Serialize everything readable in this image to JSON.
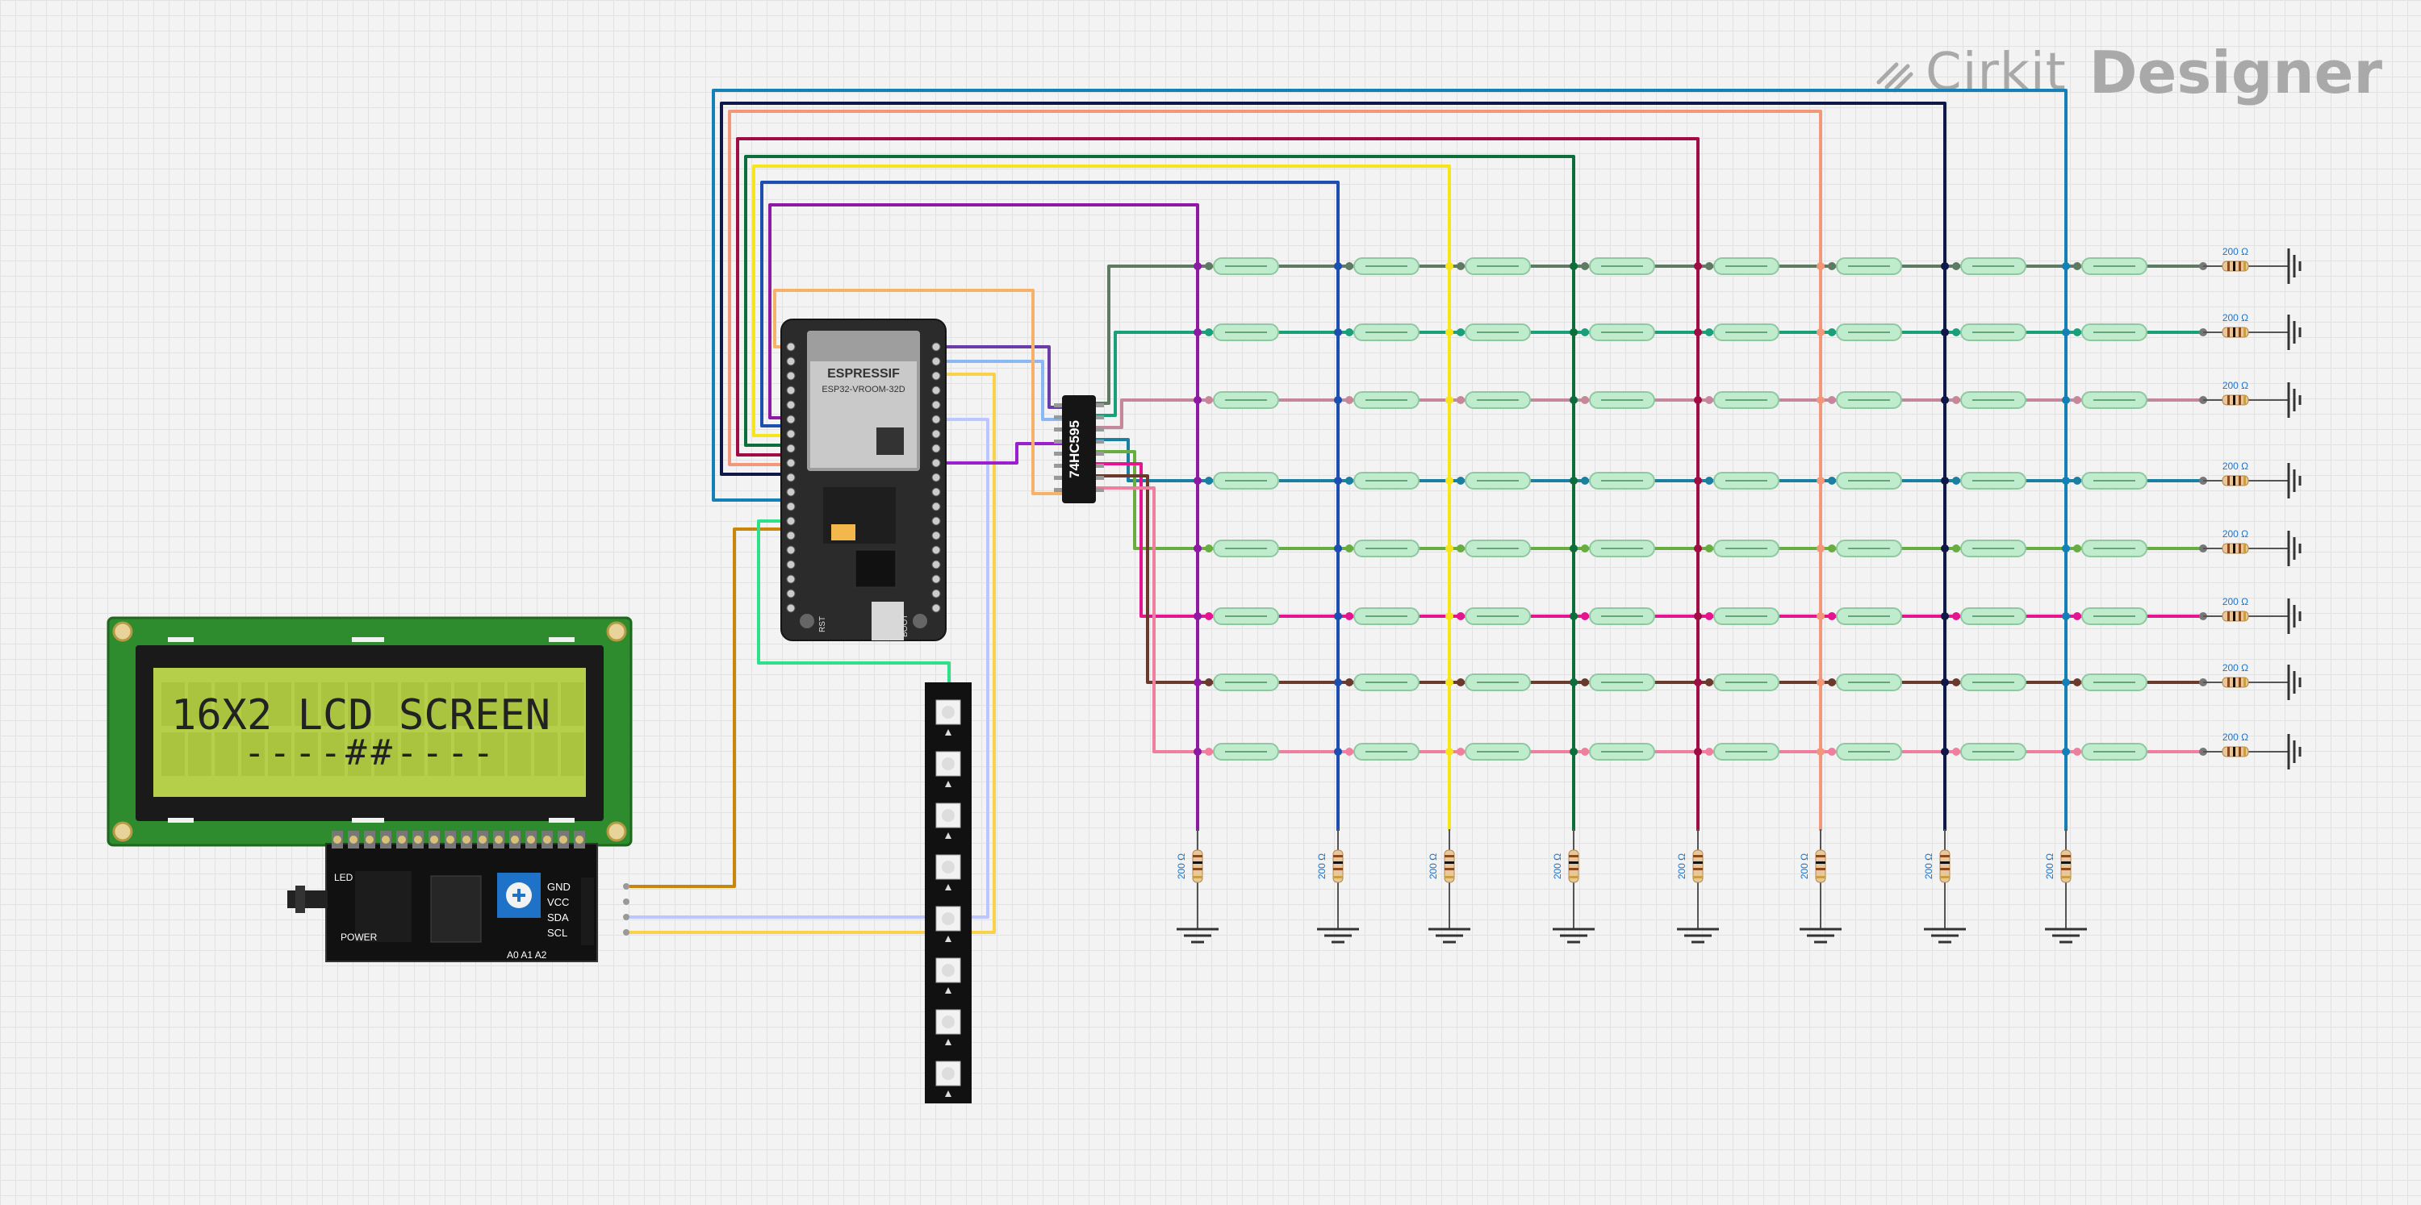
{
  "brand": {
    "name": "Cirkit",
    "product": "Designer",
    "icon": "cirkit-logo-icon"
  },
  "lcd": {
    "line1": "16X2 LCD SCREEN",
    "line2": "----##----"
  },
  "i2c_backpack": {
    "pins": [
      "GND",
      "VCC",
      "SDA",
      "SCL"
    ],
    "led_label": "LED",
    "power_label": "POWER",
    "address_label": "A0 A1 A2"
  },
  "esp32": {
    "maker": "ESPRESSIF",
    "model": "ESP32-VROOM-32D",
    "rst_label": "RST",
    "boot_label": "BOOT"
  },
  "shift_register": {
    "label": "74HC595"
  },
  "resistor_label": "200 Ω",
  "colors": {
    "board_green": "#2e8b2e",
    "lcd_screen": "#b6cf4a",
    "esp_board": "#2b2b2b",
    "reed_glass": "#bfeccd",
    "row_wires": [
      "#5f7a62",
      "#19a07a",
      "#c4889a",
      "#1b7fa0",
      "#67ad3f",
      "#e5158f",
      "#6a3a2c",
      "#f07e9e"
    ],
    "col_wires": [
      "#8e1aa3",
      "#1d4fb0",
      "#f5e51a",
      "#0d6e3c",
      "#a00c44",
      "#f3977a",
      "#101848",
      "#1481b6"
    ]
  }
}
